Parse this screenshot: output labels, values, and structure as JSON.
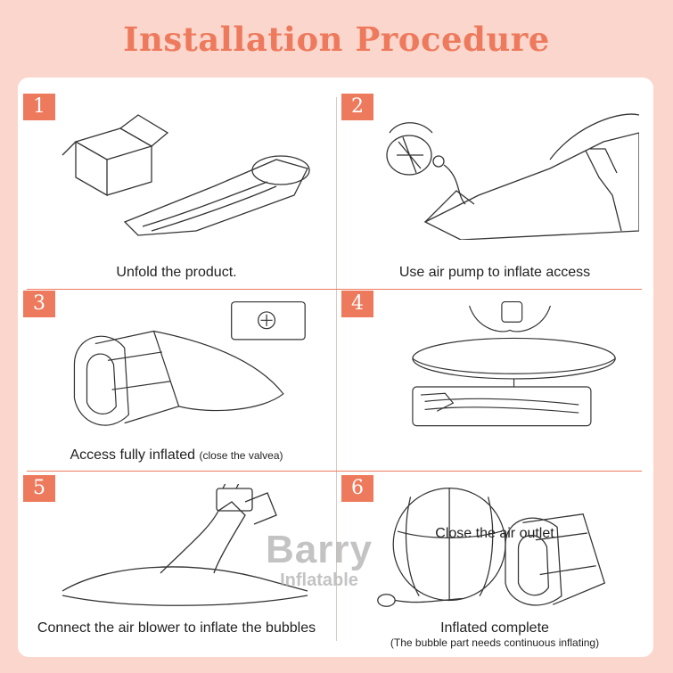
{
  "title": "Installation Procedure",
  "colors": {
    "accent": "#ee7a5d",
    "background": "#fbd6cd",
    "card": "#ffffff"
  },
  "steps": [
    {
      "number": "1",
      "caption": "Unfold the product.",
      "note": ""
    },
    {
      "number": "2",
      "caption": "Use air pump to inflate access",
      "note": ""
    },
    {
      "number": "3",
      "caption": "Access fully inflated",
      "note": "(close the valvea)"
    },
    {
      "number": "4",
      "caption": "Close the air outlet",
      "note": ""
    },
    {
      "number": "5",
      "caption": "Connect the air blower to inflate the bubbles",
      "note": ""
    },
    {
      "number": "6",
      "caption": "Inflated complete",
      "note": "(The bubble part needs continuous inflating)"
    }
  ],
  "watermark": {
    "brand": "Barry",
    "tagline": "Inflatable"
  }
}
